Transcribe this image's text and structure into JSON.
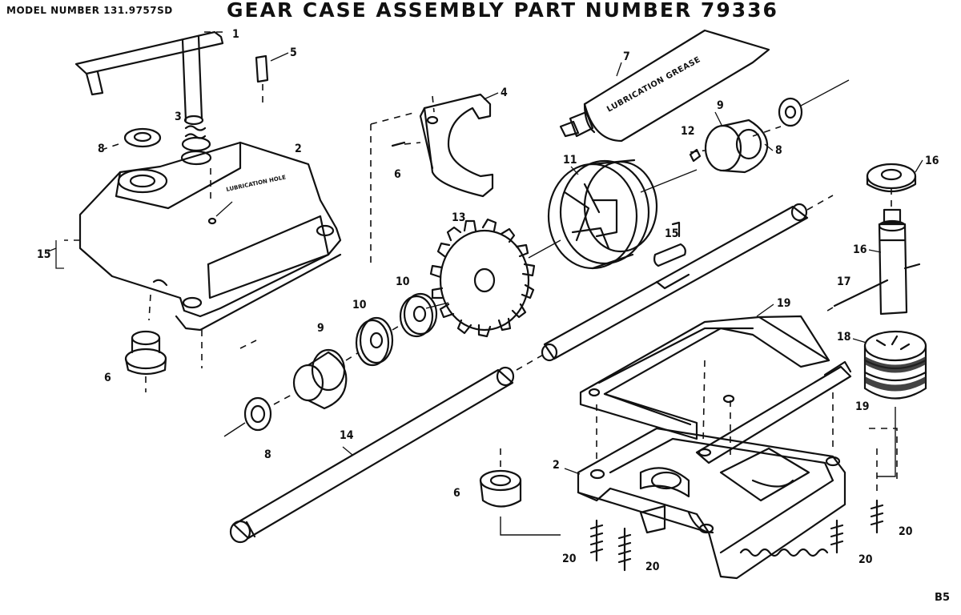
{
  "header": {
    "model_number": "MODEL NUMBER 131.9757SD",
    "title": "GEAR CASE ASSEMBLY PART NUMBER 79336"
  },
  "page_code": "B5",
  "inscriptions": {
    "tube_label": "LUBRICATION GREASE",
    "hole_label": "LUBRICATION HOLE"
  },
  "callouts": [
    {
      "id": "c1",
      "label": "1"
    },
    {
      "id": "c5",
      "label": "5"
    },
    {
      "id": "c3",
      "label": "3"
    },
    {
      "id": "c8a",
      "label": "8"
    },
    {
      "id": "c2a",
      "label": "2"
    },
    {
      "id": "c15a",
      "label": "15"
    },
    {
      "id": "c6a",
      "label": "6"
    },
    {
      "id": "c4",
      "label": "4"
    },
    {
      "id": "c6b",
      "label": "6"
    },
    {
      "id": "c7",
      "label": "7"
    },
    {
      "id": "c9a",
      "label": "9"
    },
    {
      "id": "c12",
      "label": "12"
    },
    {
      "id": "c8b",
      "label": "8"
    },
    {
      "id": "c11",
      "label": "11"
    },
    {
      "id": "c13",
      "label": "13"
    },
    {
      "id": "c15b",
      "label": "15"
    },
    {
      "id": "c16a",
      "label": "16"
    },
    {
      "id": "c16b",
      "label": "16"
    },
    {
      "id": "c17",
      "label": "17"
    },
    {
      "id": "c10a",
      "label": "10"
    },
    {
      "id": "c10b",
      "label": "10"
    },
    {
      "id": "c9b",
      "label": "9"
    },
    {
      "id": "c8c",
      "label": "8"
    },
    {
      "id": "c14",
      "label": "14"
    },
    {
      "id": "c19a",
      "label": "19"
    },
    {
      "id": "c18",
      "label": "18"
    },
    {
      "id": "c19b",
      "label": "19"
    },
    {
      "id": "c6c",
      "label": "6"
    },
    {
      "id": "c2b",
      "label": "2"
    },
    {
      "id": "c20a",
      "label": "20"
    },
    {
      "id": "c20b",
      "label": "20"
    },
    {
      "id": "c20c",
      "label": "20"
    },
    {
      "id": "c20d",
      "label": "20"
    }
  ]
}
